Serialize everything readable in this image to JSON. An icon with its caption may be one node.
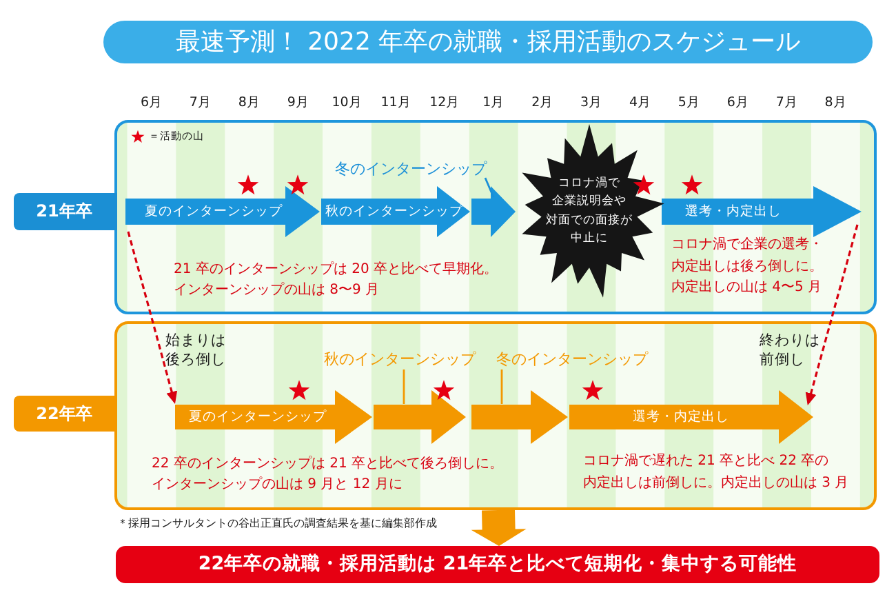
{
  "diagram": {
    "title": "最速予測！ 2022 年卒の就職・採用活動のスケジュール",
    "nodes": [
      {
        "text": [
          "21年卒"
        ]
      },
      {
        "text": [
          "夏のインターンシップ"
        ],
        "in": 0
      },
      {
        "text": [
          "秋のインターンシップ"
        ],
        "in": 0
      },
      {
        "text": [
          "冬のインターンシップ"
        ],
        "in": 0
      },
      {
        "text": [],
        "shape": "arrow",
        "in": 0
      },
      {
        "text": [
          "コロナ渦で企業説明会や対面での面接が中止に"
        ],
        "in": 0
      },
      {
        "text": [
          "選考・内定出し"
        ],
        "in": 0
      },
      {
        "text": [
          "22年卒"
        ]
      },
      {
        "text": [
          "夏のインターンシップ"
        ],
        "in": 7
      },
      {
        "text": [
          "秋のインターンシップ"
        ],
        "in": 7
      },
      {
        "text": [],
        "shape": "arrow",
        "in": 7
      },
      {
        "text": [
          "冬のインターンシップ"
        ],
        "in": 7
      },
      {
        "text": [],
        "shape": "arrow",
        "in": 7
      },
      {
        "text": [
          "選考・内定出し"
        ],
        "in": 7
      },
      {
        "text": [
          "22年卒の就職・採用活動は 21年卒と比べて短期化・集中する可能性"
        ]
      }
    ],
    "edges": [
      {
        "from": 3,
        "to": 4,
        "arrow": "none",
        "color": "#1a8fd8"
      },
      {
        "from": 9,
        "to": 10,
        "arrow": "none",
        "color": "#f39800"
      },
      {
        "from": 11,
        "to": 12,
        "arrow": "none",
        "color": "#f39800"
      },
      {
        "from": 1,
        "to": 8,
        "arrow": "to",
        "label": "始まりは後ろ倒し",
        "style": "dashed",
        "color": "#d7000f"
      },
      {
        "from": 6,
        "to": 13,
        "arrow": "to",
        "label": "終わりは前倒し",
        "style": "dashed",
        "color": "#d7000f"
      },
      {
        "from": 7,
        "to": 14,
        "arrow": "to",
        "style": "thick",
        "color": "#f39800"
      }
    ],
    "labels": [
      "6月",
      "7月",
      "8月",
      "9月",
      "10月",
      "11月",
      "12月",
      "1月",
      "2月",
      "3月",
      "4月",
      "5月",
      "6月",
      "7月",
      "8月",
      "21 卒のインターンシップは 20 卒と比べて早期化。インターンシップの山は 8〜9 月",
      "コロナ渦で企業の選考・内定出しは後ろ倒しに。内定出しの山は 4〜5 月",
      "22 卒のインターンシップは 21 卒と比べて後ろ倒しに。インターンシップの山は 9 月と 12 月に",
      "コロナ渦で遅れた 21 卒と比べ 22 卒の内定出しは前倒しに。内定出しの山は 3 月",
      "＊採用コンサルタントの谷出正直氏の調査結果を基に編集部作成"
    ],
    "legend": [
      {
        "text": "＝活動の山"
      }
    ]
  }
}
